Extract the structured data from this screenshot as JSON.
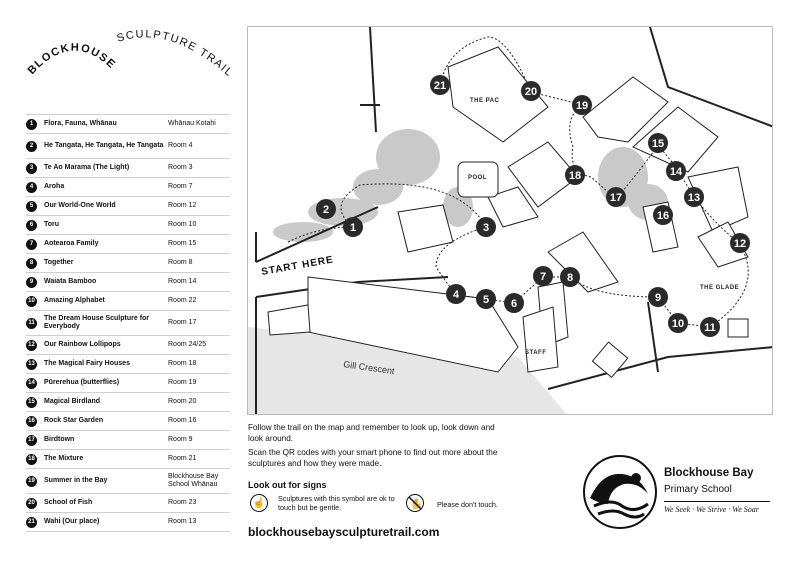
{
  "title": {
    "line1": "BLOCKHOUSE BAY",
    "line2": "SCULPTURE TRAIL"
  },
  "sculptures": [
    {
      "num": "1",
      "name": "Flora, Fauna, Whānau",
      "room": "Whānau Kotahi"
    },
    {
      "num": "2",
      "name": "He Tangata, He Tangata, He Tangata",
      "room": "Room 4"
    },
    {
      "num": "3",
      "name": "Te Ao Marama (The Light)",
      "room": "Room 3"
    },
    {
      "num": "4",
      "name": "Aroha",
      "room": "Room 7"
    },
    {
      "num": "5",
      "name": "Our World-One World",
      "room": "Room 12"
    },
    {
      "num": "6",
      "name": "Toru",
      "room": "Room 10"
    },
    {
      "num": "7",
      "name": "Aotearoa Family",
      "room": "Room 15"
    },
    {
      "num": "8",
      "name": "Together",
      "room": "Room 8"
    },
    {
      "num": "9",
      "name": "Waiata Bamboo",
      "room": "Room 14"
    },
    {
      "num": "10",
      "name": "Amazing Alphabet",
      "room": "Room 22"
    },
    {
      "num": "11",
      "name": "The Dream House Sculpture for Everybody",
      "room": "Room 17"
    },
    {
      "num": "12",
      "name": "Our Rainbow Lollipops",
      "room": "Room 24/25"
    },
    {
      "num": "13",
      "name": "The Magical Fairy Houses",
      "room": "Room 18"
    },
    {
      "num": "14",
      "name": "Pūrerehua (butterflies)",
      "room": "Room 19"
    },
    {
      "num": "15",
      "name": "Magical Birdland",
      "room": "Room 20"
    },
    {
      "num": "16",
      "name": "Rock Star Garden",
      "room": "Room 16"
    },
    {
      "num": "17",
      "name": "Birdtown",
      "room": "Room 9"
    },
    {
      "num": "18",
      "name": "The Mixture",
      "room": "Room 21"
    },
    {
      "num": "19",
      "name": "Summer in the Bay",
      "room": "Blockhouse Bay School Whānau"
    },
    {
      "num": "20",
      "name": "School of Fish",
      "room": "Room 23"
    },
    {
      "num": "21",
      "name": "Wahi (Our place)",
      "room": "Room 13"
    }
  ],
  "map": {
    "labels": {
      "pac": "THE PAC",
      "pool": "POOL",
      "glade": "THE GLADE",
      "staff": "STAFF",
      "start": "START HERE",
      "street": "Gill Crescent"
    },
    "markers": [
      "1",
      "2",
      "3",
      "4",
      "5",
      "6",
      "7",
      "8",
      "9",
      "10",
      "11",
      "12",
      "13",
      "14",
      "15",
      "16",
      "17",
      "18",
      "19",
      "20",
      "21"
    ],
    "colors": {
      "marker": "#2a2a2a",
      "trees": "#c9c9c9",
      "road": "#e6e6e6",
      "lines": "#222222"
    }
  },
  "intro1": "Follow the trail on the map and remember to look up, look down and look around.",
  "intro2": "Scan the QR codes with your smart phone to find out more about the sculptures and how they were made.",
  "signs": {
    "title": "Look out for signs",
    "touch": "Sculptures with this symbol are ok to touch but be gentle.",
    "notouch": "Please don't touch."
  },
  "url": "blockhousebaysculpturetrail.com",
  "school": {
    "name": "Blockhouse Bay",
    "sub": "Primary School",
    "motto": "We Seek · We Strive · We Soar"
  }
}
